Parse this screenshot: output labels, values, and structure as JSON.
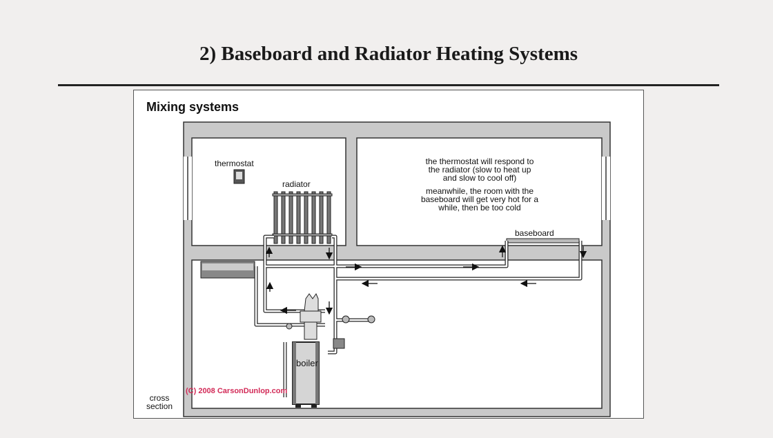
{
  "slide": {
    "title": "2) Baseboard and Radiator Heating Systems"
  },
  "diagram": {
    "heading": "Mixing systems",
    "labels": {
      "thermostat": "thermostat",
      "radiator": "radiator",
      "baseboard": "baseboard",
      "boiler": "boiler",
      "cross_section_1": "cross",
      "cross_section_2": "section"
    },
    "note_lines": [
      "the thermostat will respond to",
      "the radiator (slow to heat up",
      "and slow to cool off)",
      "meanwhile, the room with the",
      "baseboard will get very hot for a",
      "while, then be too cold"
    ],
    "copyright": "(C) 2008 CarsonDunlop.com"
  }
}
